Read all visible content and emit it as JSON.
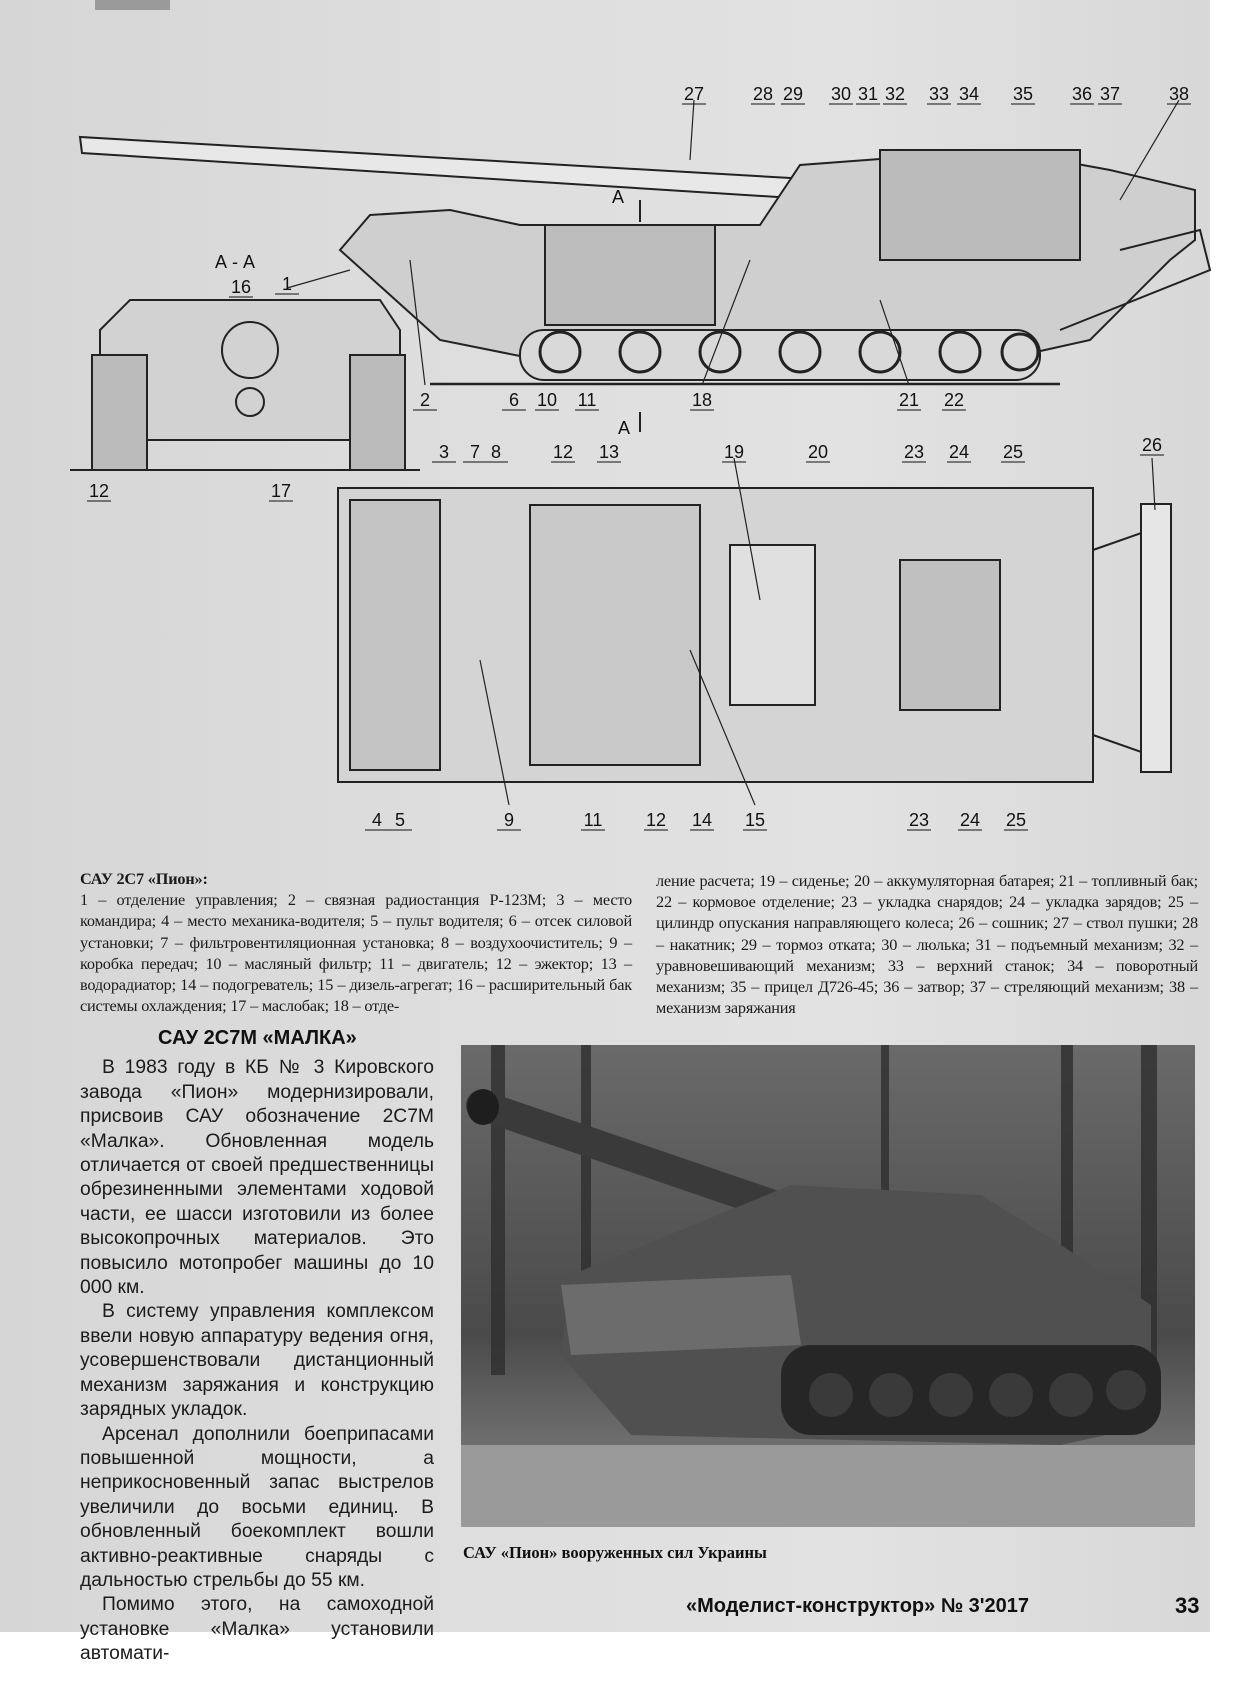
{
  "diagram": {
    "section_label": "А - А",
    "cut_marker": "А",
    "side_view_top_labels": [
      "27",
      "28",
      "29",
      "30",
      "31",
      "32",
      "33",
      "34",
      "35",
      "36",
      "37",
      "38"
    ],
    "side_view_bottom_labels": [
      "2",
      "6",
      "10",
      "11",
      "18",
      "21",
      "22"
    ],
    "section_labels": [
      "16",
      "1",
      "12",
      "17"
    ],
    "top_view_top_labels": [
      "3",
      "7",
      "8",
      "12",
      "13",
      "19",
      "20",
      "23",
      "24",
      "25",
      "26"
    ],
    "top_view_bottom_labels": [
      "4",
      "5",
      "9",
      "11",
      "12",
      "14",
      "15",
      "23",
      "24",
      "25"
    ]
  },
  "caption": {
    "title": "САУ 2С7 «Пион»:",
    "left_text": "1 – отделение управления; 2 – связная радиостанция Р-123М; 3 – место командира; 4 – место механика-водителя; 5 – пульт водителя; 6 – отсек силовой установки; 7 – фильтровентиляционная установка; 8 – воздухо­очиститель; 9 – коробка передач; 10 – масляный фильтр; 11 – двигатель; 12 – эжектор; 13 – водорадиатор; 14 – подогреватель; 15 – дизель-агрегат; 16 – расширительный бак системы охлаждения; 17 – маслобак; 18 – отде-",
    "right_text": "ление расчета; 19 – сиденье; 20 – аккумуляторная батарея; 21 – топливный бак; 22 – кормовое отделение; 23 – укладка снарядов; 24 – укладка зарядов; 25 – цилиндр опускания направляющего колеса; 26 – сошник; 27 – ствол пушки; 28 – накатник; 29 – тормоз отката; 30 – люлька; 31 – подъемный механизм; 32 – уравновешивающий механизм; 33 – верхний станок; 34 – поворотный механизм; 35 – прицел Д726-45; 36 – затвор; 37 – стре­ляющий механизм; 38 – механизм заряжания"
  },
  "article": {
    "heading": "САУ 2С7М «МАЛКА»",
    "paragraphs": [
      "В 1983 году в КБ № 3 Кировского завода «Пион» модернизировали, присвоив САУ обозначение 2С7М «Малка». Обновленная модель отличается от своей предшественницы обрезиненными элементами ходовой части, ее шасси изготовили из более высокопрочных материалов. Это повысило мотопробег машины до 10 000 км.",
      "В систему управления комплексом ввели новую аппаратуру ведения огня, усовершенствовали дистанционный механизм заряжания и конструкцию зарядных укладок.",
      "Арсенал дополнили боеприпасами повышенной мощности, а неприкосновенный запас выстрелов увеличили до восьми единиц. В обновленный боекомплект вошли активно-реактивные снаряды с дальностью стрельбы до 55 км.",
      "Помимо этого, на самоходной установке «Малка» установили автомати-"
    ]
  },
  "photo": {
    "caption": "САУ «Пион» вооруженных сил Украины"
  },
  "footer": {
    "magazine": "«Моделист-конструктор» № 3'2017",
    "page_number": "33"
  }
}
